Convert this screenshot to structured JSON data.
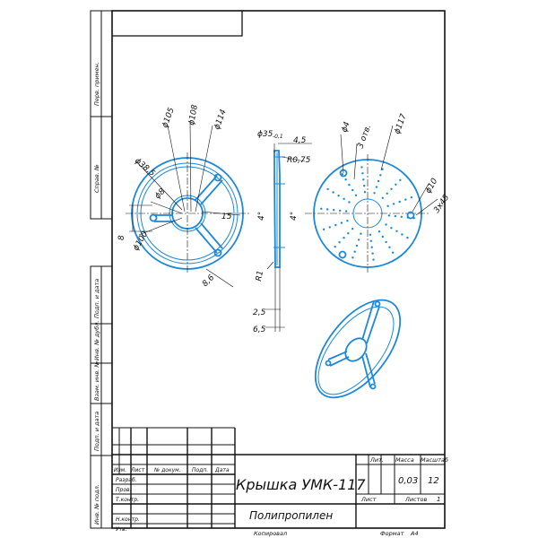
{
  "side_strip": {
    "perv_primen": "Перв. примен.",
    "sprav_no": "Справ. №",
    "podp_data_1": "Подп. и дата",
    "inv_dubl": "Инв. № дубл.",
    "vzam_inv": "Взам. инв. №",
    "podp_data_2": "Подп. и дата",
    "inv_podl": "Инв. № подл."
  },
  "dimensions": {
    "d105": "ϕ105",
    "d108": "ϕ108",
    "d114": "ϕ114",
    "d38_5": "ϕ38,5",
    "d8": "ϕ8",
    "d100": "ϕ100",
    "n15": "15",
    "n8": "8",
    "n8_6": "8,6",
    "d35": "ϕ35",
    "d35_tol": "-0,1",
    "n4_5": "4,5",
    "r0_75": "R0,75",
    "n4_a": "4°",
    "n4_b": "4°",
    "r1": "R1",
    "n2_5": "2,5",
    "n6_5": "6,5",
    "d4": "ϕ4",
    "holes_3": "3 отв.",
    "d117": "ϕ117",
    "d10": "ϕ10",
    "chamfer": "3x45"
  },
  "title_block": {
    "title": "Крышка УМК-117",
    "material": "Полипропилен",
    "col_lit": "Лит.",
    "col_massa": "Масса",
    "col_masshtab": "Масштаб",
    "massa_value": "0,03",
    "scale_value": "12",
    "list_label": "Лист",
    "listov_label": "Листов",
    "listov_value": "1",
    "row_izm": "Изм.",
    "row_list": "Лист",
    "row_ndokum": "№ докум.",
    "row_podp": "Подп.",
    "row_data": "Дата",
    "razrab": "Разраб.",
    "prov": "Пров.",
    "tkontr": "Т.контр.",
    "nkontr": "Н.контр.",
    "utv": "Утв.",
    "kopiroval": "Копировал",
    "format_label": "Формат",
    "format_value": "А4"
  },
  "colors": {
    "part": "#1e88d8",
    "frame": "#111111"
  }
}
